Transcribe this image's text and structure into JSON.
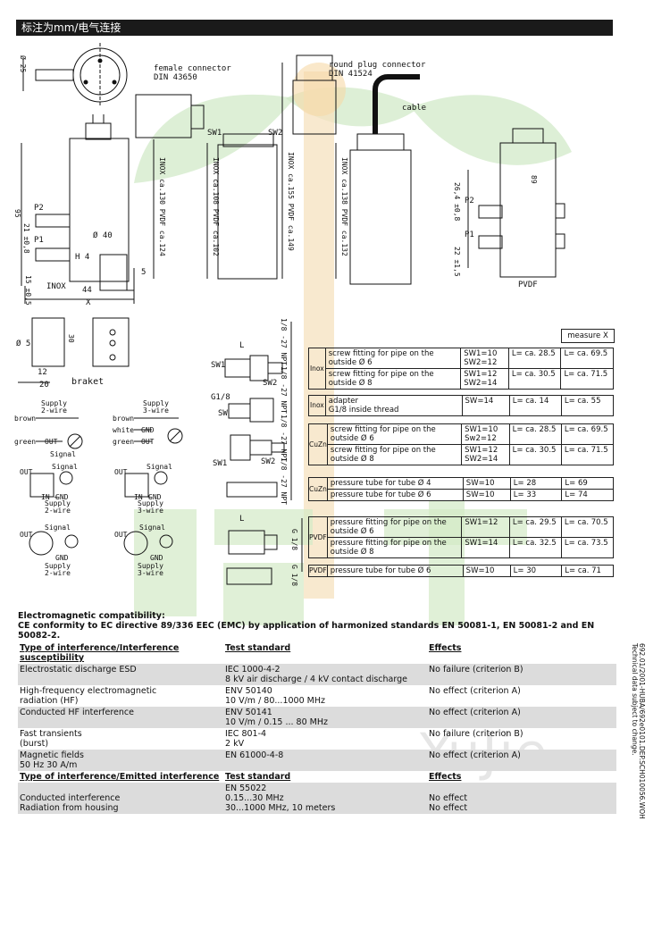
{
  "header": {
    "title": "标注为mm/电气连接"
  },
  "watermark": {
    "text": "YuJie"
  },
  "drawing": {
    "labels": {
      "d25": "Ø 25",
      "female_connector": "female connector",
      "din_43650": "DIN 43650",
      "round_plug_connector": "round plug connector",
      "din_41524": "DIN 41524",
      "cable": "cable",
      "sw1": "SW1",
      "sw2": "SW2",
      "p2": "P2",
      "p1": "P1",
      "dim_95": "95",
      "dim_21": "21 ±0,8",
      "d40": "Ø 40",
      "h4": "H 4",
      "dim_5": "5",
      "dim_15": "15 ±0,5",
      "inox": "INOX",
      "dim_44": "44",
      "x": "X",
      "inox130": "INOX ca.130  PVDF ca.124",
      "inox108": "INOX ca.108  PVDF ca.102",
      "inox155": "INOX ca.155  PVDF ca.149",
      "inox138": "INOX ca.138  PVDF ca.132",
      "dim_89": "89",
      "dim_264": "26,4 ±0,8",
      "dim_22": "22 ±1,5",
      "pvdf": "PVDF",
      "d5": "Ø 5",
      "dim_30": "30",
      "dim_12": "12",
      "dim_20": "20",
      "braket": "braket",
      "npt1": "1/8 -27 NPT",
      "npt2": "1/8 -27 NPT",
      "npt3": "1/8 -27 NPT",
      "npt4": "1/8 -27 NPT",
      "g18a": "G 1/8",
      "g18b": "G 1/8",
      "g18c": "G1/8",
      "sw": "SW",
      "l": "L"
    },
    "wiring": {
      "supply2": "Supply\n2-wire",
      "supply3": "Supply\n3-wire",
      "brown": "brown",
      "green": "green",
      "white": "white",
      "out": "OUT",
      "gnd": "GND",
      "signal": "Signal",
      "in_plus": "IN +",
      "supply_2wire": "Supply\n2-wire",
      "supply_3wire": "Supply\n3-wire"
    }
  },
  "measure_header": "measure X",
  "fittings": [
    {
      "material": "Inox",
      "rows": [
        {
          "desc": "screw fitting for pipe on the outside Ø 6",
          "sw": "SW1=10\nSW2=12",
          "l": "L= ca. 28.5",
          "x": "L= ca. 69.5"
        },
        {
          "desc": "screw fitting for pipe on the outside Ø 8",
          "sw": "SW1=12\nSW2=14",
          "l": "L= ca. 30.5",
          "x": "L= ca. 71.5"
        }
      ]
    },
    {
      "material": "Inox",
      "rows": [
        {
          "desc": "adapter\nG1/8 inside thread",
          "sw": "SW=14",
          "l": "L= ca. 14",
          "x": "L= ca. 55"
        }
      ]
    },
    {
      "material": "CuZn",
      "rows": [
        {
          "desc": "screw fitting for pipe on the outside Ø 6",
          "sw": "SW1=10\nSw2=12",
          "l": "L= ca. 28.5",
          "x": "L= ca. 69.5"
        },
        {
          "desc": "screw fitting for pipe on the outside Ø 8",
          "sw": "SW1=12\nSW2=14",
          "l": "L= ca. 30.5",
          "x": "L= ca. 71.5"
        }
      ]
    },
    {
      "material": "CuZn",
      "rows": [
        {
          "desc": "pressure tube for tube Ø 4",
          "sw": "SW=10",
          "l": "L=  28",
          "x": "L= 69"
        },
        {
          "desc": "pressure tube for tube Ø 6",
          "sw": "SW=10",
          "l": "L=  33",
          "x": "L= 74"
        }
      ]
    },
    {
      "material": "PVDF",
      "rows": [
        {
          "desc": "pressure fitting for pipe on the outside Ø 6",
          "sw": "SW1=12",
          "l": "L= ca. 29.5",
          "x": "L= ca. 70.5"
        },
        {
          "desc": "pressure fitting for pipe on the outside Ø 8",
          "sw": "SW1=14",
          "l": "L= ca. 32.5",
          "x": "L= ca. 73.5"
        }
      ]
    },
    {
      "material": "PVDF",
      "rows": [
        {
          "desc": "pressure tube for tube Ø 6",
          "sw": "SW=10",
          "l": "L= 30",
          "x": "L= ca. 71"
        }
      ]
    }
  ],
  "emc": {
    "title": "Electromagnetic compatibility:",
    "subtitle": "CE conformity to EC directive 89/336 EEC (EMC) by application of harmonized standards EN 50081-1, EN 50081-2 and EN 50082-2.",
    "susceptibility_header": {
      "type": "Type of interference/Interference susceptibility",
      "standard": "Test standard",
      "effects": "Effects"
    },
    "susceptibility": [
      {
        "type": "Electrostatic discharge ESD",
        "standard": "IEC 1000-4-2\n8 kV air discharge / 4 kV contact discharge",
        "effects": "No failure (criterion B)"
      },
      {
        "type": "High-frequency electromagnetic\nradiation (HF)",
        "standard": "ENV 50140\n10 V/m / 80...1000 MHz",
        "effects": "No effect (criterion A)"
      },
      {
        "type": "Conducted HF interference",
        "standard": "ENV 50141\n10 V/m / 0.15 ... 80 MHz",
        "effects": "No effect (criterion A)"
      },
      {
        "type": "Fast transients\n(burst)",
        "standard": "IEC 801-4\n2 kV",
        "effects": "No failure (criterion B)"
      },
      {
        "type": "Magnetic fields\n50 Hz 30 A/m",
        "standard": "EN 61000-4-8",
        "effects": "No effect (criterion A)"
      }
    ],
    "emitted_header": {
      "type": "Type of interference/Emitted interference",
      "standard": "Test standard",
      "effects": "Effects"
    },
    "emitted": [
      {
        "type": "\nConducted interference\nRadiation from housing",
        "standard": "EN 55022\n0.15...30 MHz\n30...1000 MHz, 10 meters",
        "effects": "\nNo effect\nNo effect"
      }
    ]
  },
  "side_note": {
    "line1": "692.01/2001-HUBA/692e0101.DEP.SCH010056.WOH",
    "line2": "Technical data subject to change."
  }
}
